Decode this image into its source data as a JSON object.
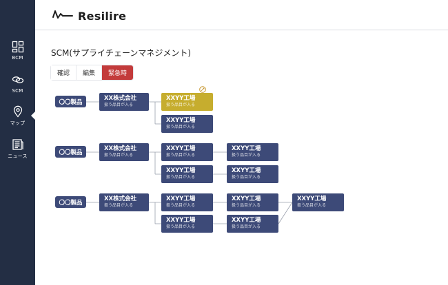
{
  "app": {
    "name": "Resilire"
  },
  "sidebar": {
    "items": [
      {
        "label": "BCM",
        "icon": "dashboard-icon"
      },
      {
        "label": "SCM",
        "icon": "link-icon"
      },
      {
        "label": "マップ",
        "icon": "map-pin-icon",
        "active": true
      },
      {
        "label": "ニュース",
        "icon": "newspaper-icon"
      }
    ]
  },
  "page": {
    "title": "SCM(サプライチェーンマネジメント)"
  },
  "tabs": [
    {
      "label": "確認"
    },
    {
      "label": "編集"
    },
    {
      "label": "緊急時",
      "active": true
    }
  ],
  "chains": [
    {
      "product": "〇〇製品",
      "company": {
        "title": "XX株式会社",
        "sub": "扱う品目が入る"
      },
      "factories": [
        {
          "title": "XXYY工場",
          "sub": "扱う品目が入る",
          "alert": true
        },
        {
          "title": "XXYY工場",
          "sub": "扱う品目が入る"
        }
      ]
    },
    {
      "product": "〇〇製品",
      "company": {
        "title": "XX株式会社",
        "sub": "扱う品目が入る"
      },
      "factories": [
        {
          "title": "XXYY工場",
          "sub": "扱う品目が入る"
        },
        {
          "title": "XXYY工場",
          "sub": "扱う品目が入る"
        },
        {
          "title": "XXYY工場",
          "sub": "扱う品目が入る"
        },
        {
          "title": "XXYY工場",
          "sub": "扱う品目が入る"
        }
      ]
    },
    {
      "product": "〇〇製品",
      "company": {
        "title": "XX株式会社",
        "sub": "扱う品目が入る"
      },
      "factories": [
        {
          "title": "XXYY工場",
          "sub": "扱う品目が入る"
        },
        {
          "title": "XXYY工場",
          "sub": "扱う品目が入る"
        },
        {
          "title": "XXYY工場",
          "sub": "扱う品目が入る"
        },
        {
          "title": "XXYY工場",
          "sub": "扱う品目が入る"
        },
        {
          "title": "XXYY工場",
          "sub": "扱う品目が入る"
        }
      ]
    }
  ],
  "colors": {
    "node": "#3d4a78",
    "alert": "#c6ad2e",
    "active_tab": "#c33b3b",
    "sidebar": "#232e44"
  }
}
